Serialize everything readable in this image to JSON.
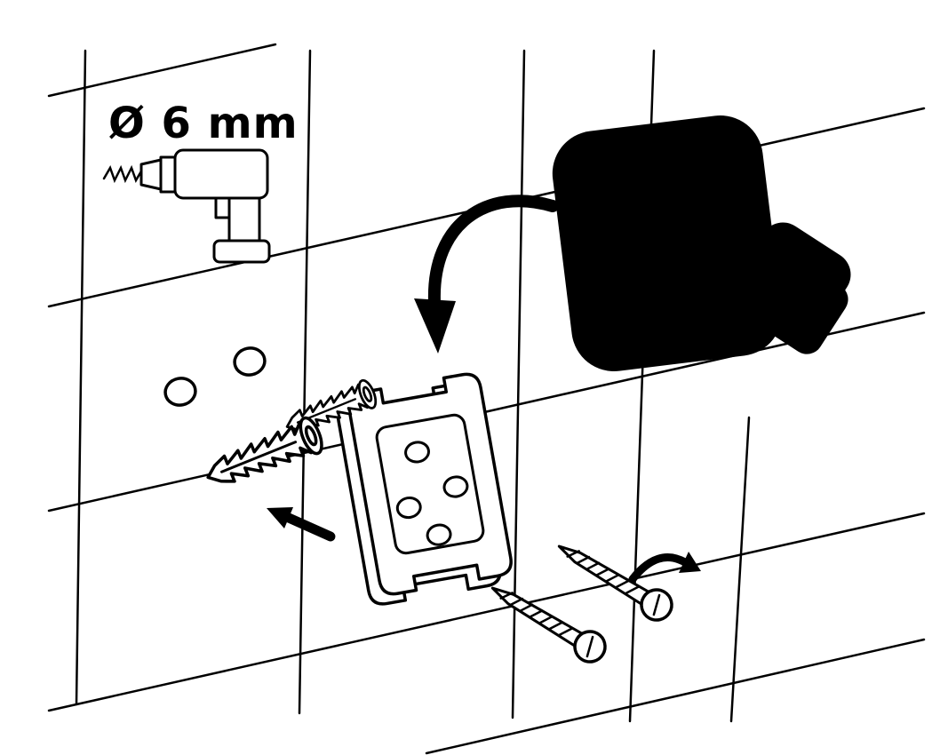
{
  "diagram": {
    "type": "installation-instructions",
    "subject": "Wall hook mounting diagram on tiled wall",
    "background_color": "#ffffff",
    "line_color": "#000000",
    "drill_label": "Ø 6 mm",
    "icons": {
      "drill": "drill-icon",
      "wall_plug": "wall-plug-icon",
      "mounting_plate": "mounting-plate-icon",
      "hook": "wall-hook-icon",
      "screw": "screw-icon",
      "insert_arrow": "insert-arrow-icon",
      "place_arrow": "place-hook-arrow-icon",
      "turn_arrow": "screw-turn-arrow-icon"
    },
    "counts": {
      "wall_holes": 2,
      "wall_plugs": 2,
      "screws": 2,
      "plate_holes": 4
    }
  }
}
